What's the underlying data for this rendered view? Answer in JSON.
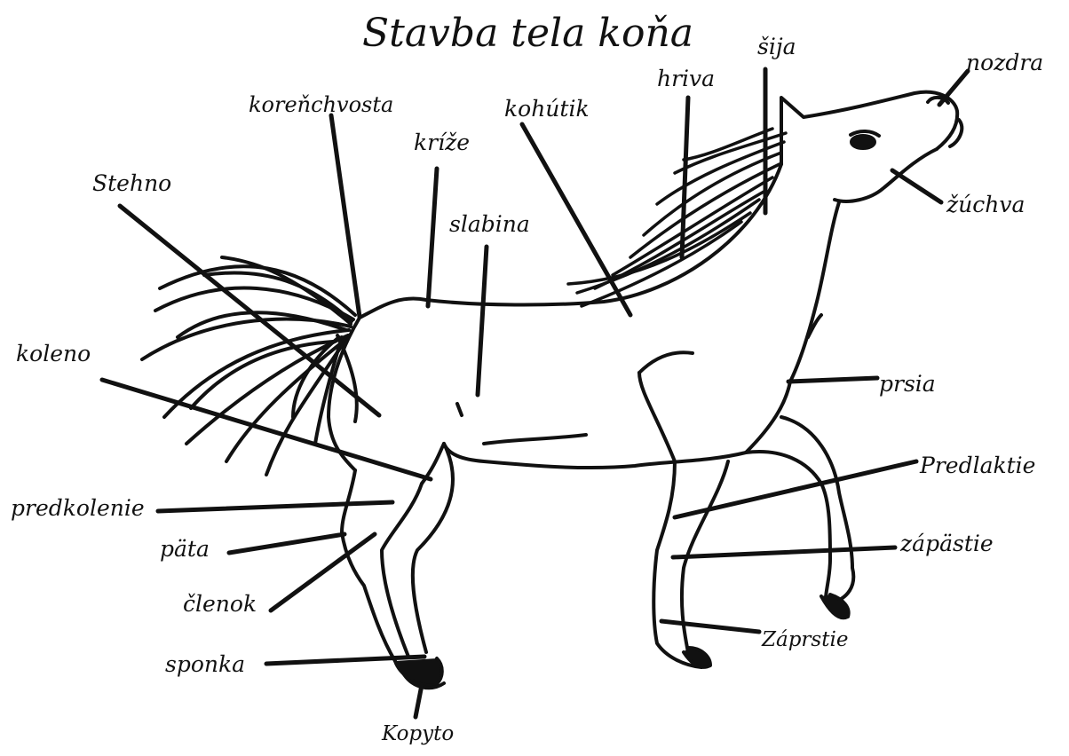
{
  "title": "Stavba tela koňa",
  "labels": {
    "korenchvosta": "koreňchvosta",
    "kohutik": "kohútik",
    "hriva": "hriva",
    "sija": "šija",
    "nozdra": "nozdra",
    "kryze": "kríže",
    "stehno": "Stehno",
    "slabina": "slabina",
    "zuchva": "žúchva",
    "koleno": "koleno",
    "prsia": "prsia",
    "predlaktie": "Predlaktie",
    "predkolenie": "predkolenie",
    "pata": "päta",
    "zapastie": "zápästie",
    "clenok": "členok",
    "zaprstie": "Záprstie",
    "sponka": "sponka",
    "kopyto": "Kopyto"
  },
  "colors": {
    "ink": "#111111",
    "paper": "#ffffff"
  }
}
